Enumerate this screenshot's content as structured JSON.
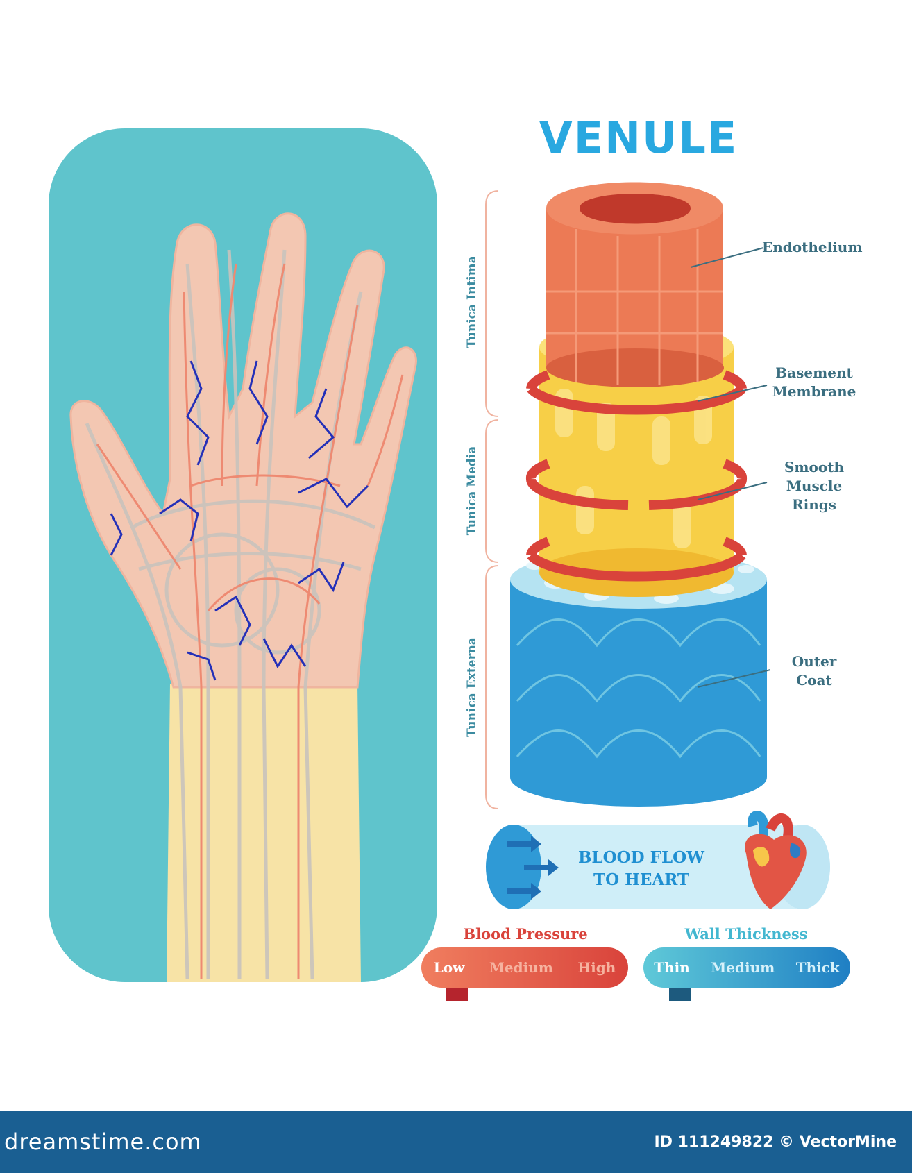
{
  "title": "VENULE",
  "layers": {
    "endothelium": "Endothelium",
    "basement_line1": "Basement",
    "basement_line2": "Membrane",
    "smooth_line1": "Smooth",
    "smooth_line2": "Muscle",
    "smooth_line3": "Rings",
    "outer_line1": "Outer",
    "outer_line2": "Coat"
  },
  "tunics": {
    "intima": "Tunica Intima",
    "media": "Tunica Media",
    "externa": "Tunica Externa"
  },
  "flow": {
    "line1": "BLOOD FLOW",
    "line2": "TO HEART"
  },
  "blood_pressure": {
    "title": "Blood Pressure",
    "options": [
      "Low",
      "Medium",
      "High"
    ],
    "selected": "Low"
  },
  "wall_thickness": {
    "title": "Wall Thickness",
    "options": [
      "Thin",
      "Medium",
      "Thick"
    ],
    "selected": "Thin"
  },
  "colors": {
    "title": "#29a8e0",
    "panel": "#5fc4cc",
    "pressure_accent": "#d9433b",
    "thickness_accent": "#43b7d0",
    "footer": "#1a5f92"
  },
  "footer": {
    "site": "dreamstime.com",
    "credit": "ID 111249822 © VectorMine"
  }
}
